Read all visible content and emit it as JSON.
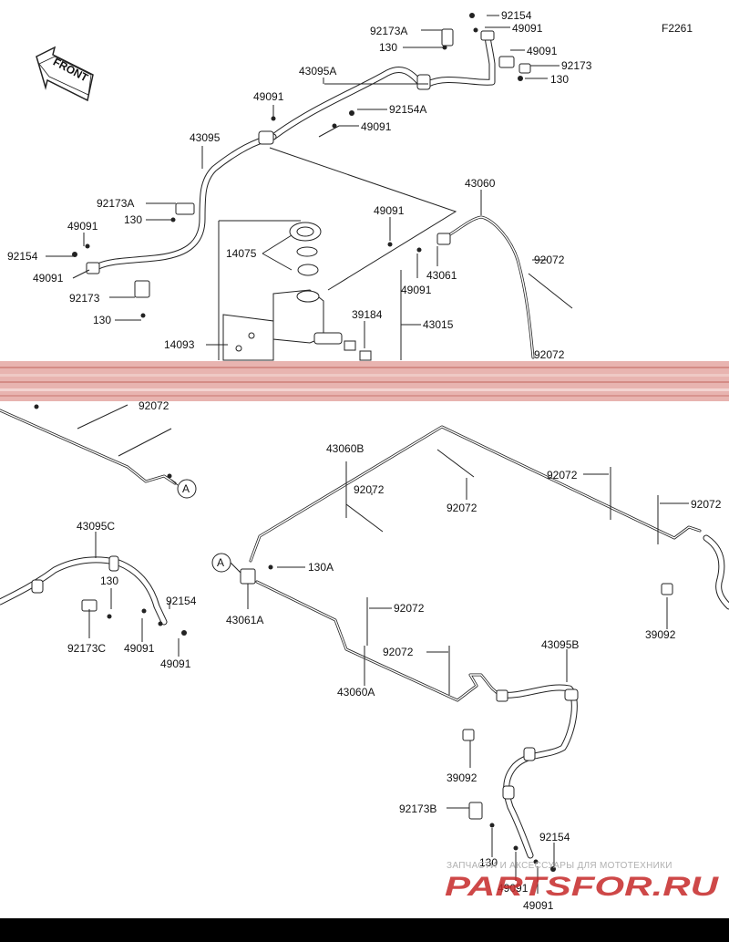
{
  "diagram": {
    "figure_code": "F2261",
    "front_label": "FRONT",
    "callout_marker": "A",
    "labels": [
      {
        "id": "l1",
        "text": "92154"
      },
      {
        "id": "l2",
        "text": "92173A"
      },
      {
        "id": "l3",
        "text": "49091"
      },
      {
        "id": "l4",
        "text": "130"
      },
      {
        "id": "l5",
        "text": "49091"
      },
      {
        "id": "l6",
        "text": "92173"
      },
      {
        "id": "l7",
        "text": "130"
      },
      {
        "id": "l8",
        "text": "43095A"
      },
      {
        "id": "l9",
        "text": "49091"
      },
      {
        "id": "l10",
        "text": "92154A"
      },
      {
        "id": "l11",
        "text": "49091"
      },
      {
        "id": "l12",
        "text": "43095"
      },
      {
        "id": "l13",
        "text": "43060"
      },
      {
        "id": "l14",
        "text": "92173A"
      },
      {
        "id": "l15",
        "text": "130"
      },
      {
        "id": "l16",
        "text": "49091"
      },
      {
        "id": "l17",
        "text": "49091"
      },
      {
        "id": "l18",
        "text": "14075"
      },
      {
        "id": "l19",
        "text": "92154"
      },
      {
        "id": "l20",
        "text": "43061"
      },
      {
        "id": "l21",
        "text": "92072"
      },
      {
        "id": "l22",
        "text": "49091"
      },
      {
        "id": "l23",
        "text": "49091"
      },
      {
        "id": "l24",
        "text": "92173"
      },
      {
        "id": "l25",
        "text": "130"
      },
      {
        "id": "l26",
        "text": "39184"
      },
      {
        "id": "l27",
        "text": "43015"
      },
      {
        "id": "l28",
        "text": "14093"
      },
      {
        "id": "l29",
        "text": "92072"
      },
      {
        "id": "l30",
        "text": "92072"
      },
      {
        "id": "l31",
        "text": "43060B"
      },
      {
        "id": "l32",
        "text": "92072"
      },
      {
        "id": "l33",
        "text": "92072"
      },
      {
        "id": "l34",
        "text": "92072"
      },
      {
        "id": "l35",
        "text": "92072"
      },
      {
        "id": "l36",
        "text": "43095C"
      },
      {
        "id": "l37",
        "text": "130A"
      },
      {
        "id": "l38",
        "text": "130"
      },
      {
        "id": "l39",
        "text": "92154"
      },
      {
        "id": "l40",
        "text": "43061A"
      },
      {
        "id": "l41",
        "text": "92072"
      },
      {
        "id": "l42",
        "text": "39092"
      },
      {
        "id": "l43",
        "text": "92173C"
      },
      {
        "id": "l44",
        "text": "49091"
      },
      {
        "id": "l45",
        "text": "49091"
      },
      {
        "id": "l46",
        "text": "92072"
      },
      {
        "id": "l47",
        "text": "43095B"
      },
      {
        "id": "l48",
        "text": "43060A"
      },
      {
        "id": "l49",
        "text": "39092"
      },
      {
        "id": "l50",
        "text": "92173B"
      },
      {
        "id": "l51",
        "text": "130"
      },
      {
        "id": "l52",
        "text": "92154"
      },
      {
        "id": "l53",
        "text": "49091"
      },
      {
        "id": "l54",
        "text": "49091"
      }
    ]
  },
  "watermark": {
    "tagline": "ЗАПЧАСТИ И АКСЕССУАРЫ ДЛЯ МОТОТЕХНИКИ",
    "brand": "PARTSFOR.RU",
    "brand_color": "#c62828"
  }
}
